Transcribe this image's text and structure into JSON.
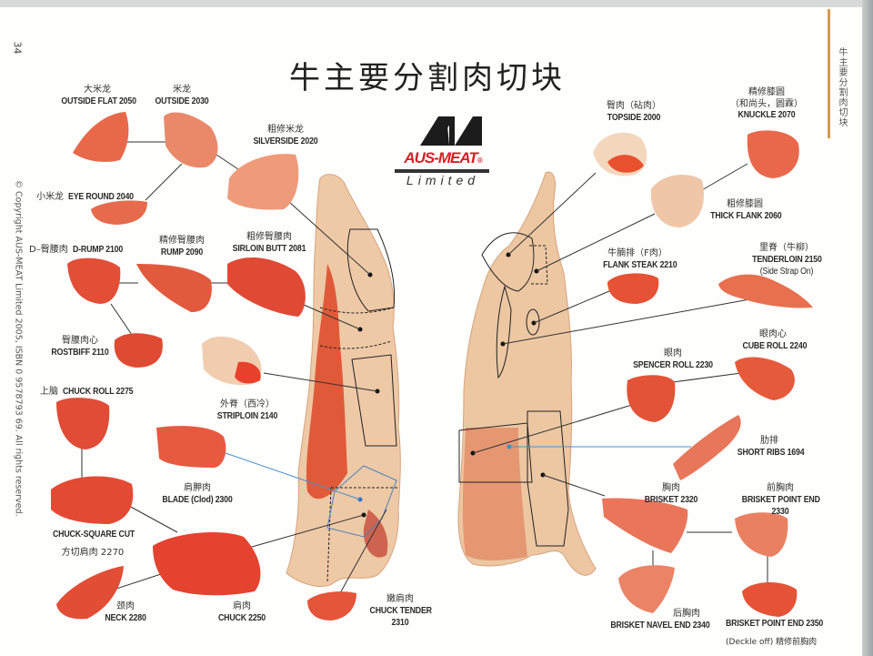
{
  "page": {
    "number": "34",
    "title": "牛主要分割肉切块",
    "side_title": "牛主要分割肉切块",
    "copyright": "© Copyright AUS-MEAT Limited 2005, ISBN 0 9578793 69. All rights reserved.",
    "accent_color": "#d79a55",
    "meat_color": "#e0402a",
    "fat_color": "#f3d7b8"
  },
  "logo": {
    "symbol": "ΔΙΔ",
    "brand": "AUS-MEAT",
    "registered": "®",
    "subtitle": "Limited"
  },
  "hindquarter_cuts": [
    {
      "id": "outside_flat",
      "cn": "大米龙",
      "en": "OUTSIDE FLAT 2050"
    },
    {
      "id": "outside",
      "cn": "米龙",
      "en": "OUTSIDE 2030"
    },
    {
      "id": "silverside",
      "cn": "粗修米龙",
      "en": "SILVERSIDE 2020"
    },
    {
      "id": "eye_round",
      "cn": "小米龙",
      "en": "EYE ROUND 2040"
    },
    {
      "id": "d_rump",
      "cn": "D–臀腰肉",
      "en": "D-RUMP 2100"
    },
    {
      "id": "rump",
      "cn": "精修臀腰肉",
      "en": "RUMP 2090"
    },
    {
      "id": "sirloin_butt",
      "cn": "粗修臀腰肉",
      "en": "SIRLOIN BUTT 2081"
    },
    {
      "id": "rostbiff",
      "cn": "臀腰肉心",
      "en": "ROSTBIFF 2110"
    },
    {
      "id": "striploin",
      "cn": "外脊（西冷）",
      "en": "STRIPLOIN 2140"
    },
    {
      "id": "chuck_roll",
      "cn": "上脑",
      "en": "CHUCK ROLL 2275"
    },
    {
      "id": "blade",
      "cn": "肩胛肉",
      "en": "BLADE (Clod) 2300"
    },
    {
      "id": "chuck_square",
      "cn": "方切肩肉 2270",
      "en": "CHUCK-SQUARE CUT"
    },
    {
      "id": "neck",
      "cn": "颈肉",
      "en": "NECK 2280"
    },
    {
      "id": "chuck",
      "cn": "肩肉",
      "en": "CHUCK 2250"
    },
    {
      "id": "chuck_tender",
      "cn": "嫩肩肉",
      "en": "CHUCK TENDER",
      "code": "2310"
    }
  ],
  "forequarter_cuts": [
    {
      "id": "topside",
      "cn": "臀肉（砧肉）",
      "en": "TOPSIDE 2000"
    },
    {
      "id": "knuckle",
      "cn": "精修膝圆",
      "cn2": "（和尚头，圆霖）",
      "en": "KNUCKLE 2070"
    },
    {
      "id": "thick_flank",
      "cn": "粗修膝圆",
      "en": "THICK FLANK 2060"
    },
    {
      "id": "flank_steak",
      "cn": "牛腩排（F肉）",
      "en": "FLANK STEAK 2210"
    },
    {
      "id": "tenderloin",
      "cn": "里脊（牛柳）",
      "en": "TENDERLOIN 2150",
      "note": "(Side Strap On)"
    },
    {
      "id": "cube_roll",
      "cn": "眼肉心",
      "en": "CUBE ROLL 2240"
    },
    {
      "id": "spencer_roll",
      "cn": "眼肉",
      "en": "SPENCER ROLL 2230"
    },
    {
      "id": "short_ribs",
      "cn": "肋排",
      "en": "SHORT RIBS 1694"
    },
    {
      "id": "brisket",
      "cn": "胸肉",
      "en": "BRISKET 2320"
    },
    {
      "id": "brisket_point_end",
      "cn": "前胸肉",
      "en": "BRISKET POINT END",
      "code": "2330"
    },
    {
      "id": "brisket_navel_end",
      "cn": "后胸肉",
      "en": "BRISKET NAVEL END 2340"
    },
    {
      "id": "brisket_point_end_deckle",
      "cn": "精修前胸肉",
      "en": "BRISKET POINT END 2350",
      "note": "(Deckle off)"
    }
  ]
}
